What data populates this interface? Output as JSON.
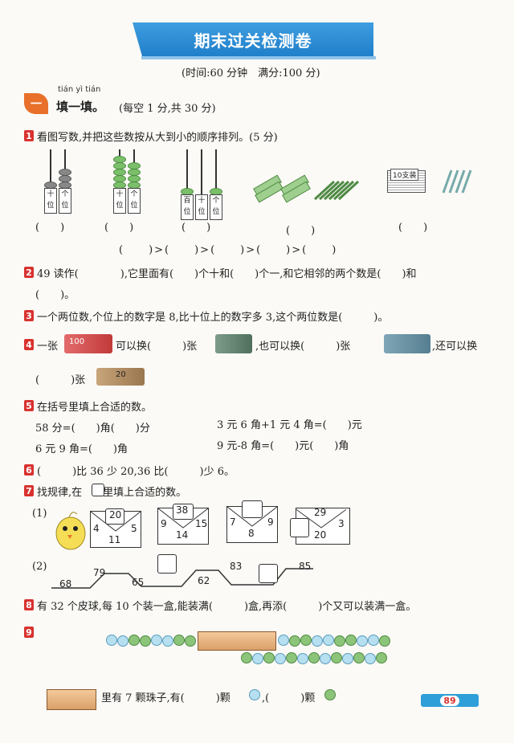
{
  "header": {
    "title": "期末过关检测卷",
    "subtitle": "(时间:60 分钟　满分:100 分)"
  },
  "section1": {
    "badge": "一",
    "pinyin": "tián yì tián",
    "title": "填一填。",
    "note": "(每空 1 分,共 30 分)"
  },
  "q1": {
    "num": "1",
    "text": "看图写数,并把这些数按从大到小的顺序排列。(5 分)",
    "place_labels": [
      "十位",
      "个位",
      "百位",
      "十位",
      "个位"
    ],
    "bundle_label": "10支装",
    "blanks_row": [
      "(　　)",
      "(　　)",
      "(　　)",
      "(　　)",
      "(　　)"
    ],
    "order_row": "(　　)>(　　)>(　　)>(　　)>(　　)"
  },
  "q2": {
    "num": "2",
    "line1": "49 读作(　　　　),它里面有(　　)个十和(　　)个一,和它相邻的两个数是(　　)和",
    "line2": "(　　)。"
  },
  "q3": {
    "num": "3",
    "text": "一个两位数,个位上的数字是 8,比十位上的数字多 3,这个两位数是(　　　)。"
  },
  "q4": {
    "num": "4",
    "line1_a": "一张",
    "line1_b": "可以换(　　　)张",
    "line1_c": ",也可以换(　　　)张",
    "line1_d": ",还可以换",
    "line2_a": "(　　　)张",
    "note_100": "100",
    "note_20": "20"
  },
  "q5": {
    "num": "5",
    "text": "在括号里填上合适的数。",
    "items": [
      "58 分=(　　)角(　　)分",
      "3 元 6 角+1 元 4 角=(　　)元",
      "6 元 9 角=(　　)角",
      "9 元-8 角=(　　)元(　　)角"
    ]
  },
  "q6": {
    "num": "6",
    "text": "(　　　)比 36 少 20,36 比(　　　)少 6。"
  },
  "q7": {
    "num": "7",
    "text": "找规律,在　　里填上合适的数。",
    "part1_label": "(1)",
    "part2_label": "(2)",
    "envelopes": [
      {
        "top": "20",
        "left": "4",
        "right": "5",
        "bottom": "11"
      },
      {
        "top": "38",
        "left": "9",
        "right": "15",
        "bottom": "14"
      },
      {
        "top": "",
        "left": "7",
        "right": "9",
        "bottom": "8"
      },
      {
        "top": "29",
        "left": "",
        "right": "3",
        "bottom": "20"
      }
    ],
    "wave_numbers": [
      "68",
      "79",
      "65",
      "62",
      "83",
      "85"
    ]
  },
  "q8": {
    "num": "8",
    "text": "有 32 个皮球,每 10 个装一盒,能装满(　　　)盒,再添(　　　)个又可以装满一盒。"
  },
  "q9": {
    "num": "9",
    "text_a": "里有 7 颗珠子,有(　　　)颗",
    "text_b": ",(　　　)颗"
  },
  "footer": {
    "page": "89"
  }
}
